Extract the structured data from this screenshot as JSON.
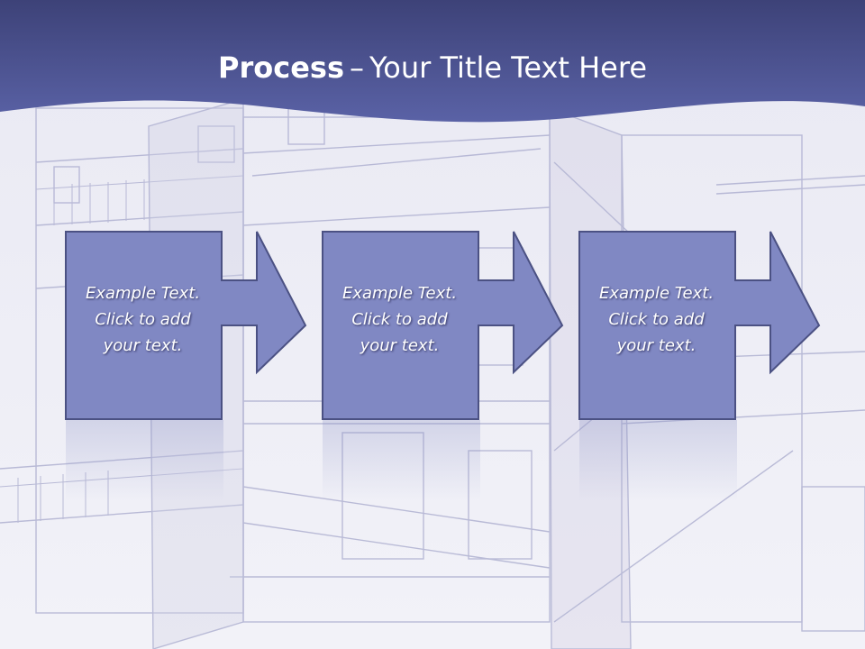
{
  "slide": {
    "title_strong": "Process",
    "title_separator": "–",
    "title_rest": "Your Title Text Here"
  },
  "steps": [
    {
      "line1": "Example Text.",
      "line2": "Click  to add",
      "line3": "your text."
    },
    {
      "line1": "Example Text.",
      "line2": "Click  to add",
      "line3": "your text."
    },
    {
      "line1": "Example Text.",
      "line2": "Click  to add",
      "line3": "your text."
    }
  ],
  "colors": {
    "header_dark": "#3d4278",
    "header_mid": "#5a62a6",
    "box_fill": "#8088c3",
    "box_border": "#4b5183",
    "text": "#ffffff"
  }
}
